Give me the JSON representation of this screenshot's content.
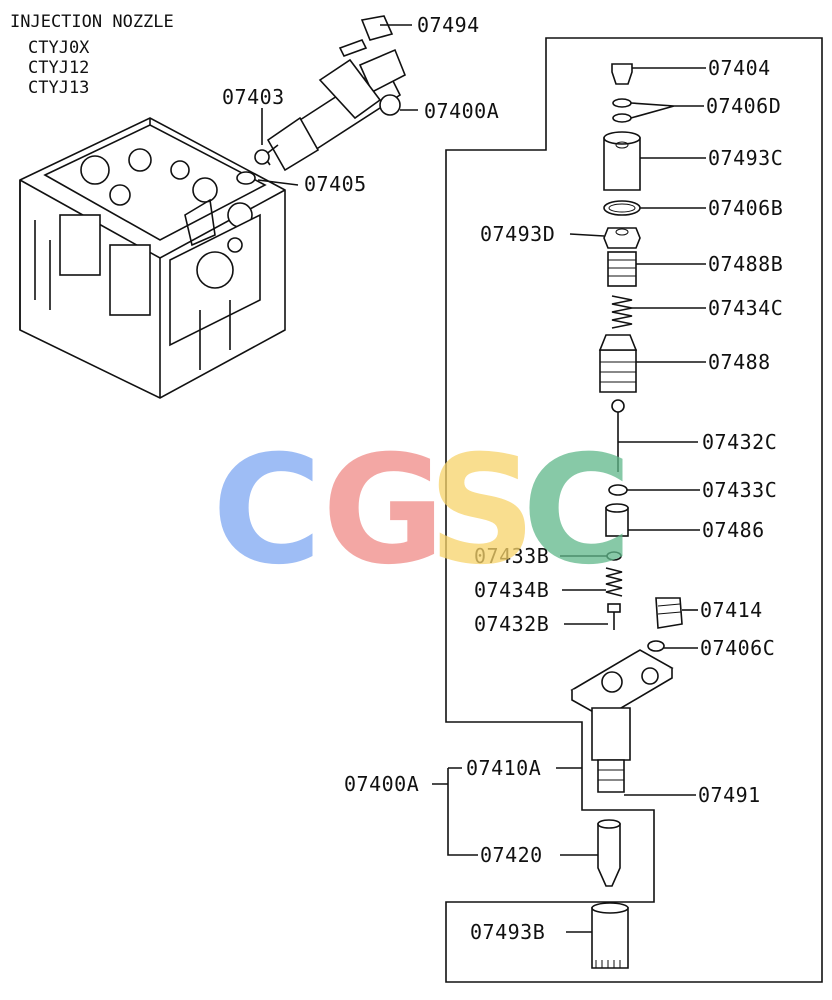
{
  "title": "INJECTION NOZZLE",
  "models": [
    "CTYJ0X",
    "CTYJ12",
    "CTYJ13"
  ],
  "watermark": {
    "letters": [
      "C",
      "G",
      "S",
      "C"
    ],
    "colors": [
      "#7ea7f2",
      "#f08a86",
      "#f7d36a",
      "#5fb88a"
    ]
  },
  "parts": {
    "p07494": "07494",
    "p07403": "07403",
    "p07400A_top": "07400A",
    "p07405": "07405",
    "p07404": "07404",
    "p07406D": "07406D",
    "p07493C": "07493C",
    "p07406B": "07406B",
    "p07493D": "07493D",
    "p07488B": "07488B",
    "p07434C": "07434C",
    "p07488": "07488",
    "p07432C": "07432C",
    "p07433C": "07433C",
    "p07486": "07486",
    "p07433B": "07433B",
    "p07434B": "07434B",
    "p07432B": "07432B",
    "p07414": "07414",
    "p07406C": "07406C",
    "p07400A_bottom": "07400A",
    "p07410A": "07410A",
    "p07491": "07491",
    "p07420": "07420",
    "p07493B": "07493B"
  }
}
